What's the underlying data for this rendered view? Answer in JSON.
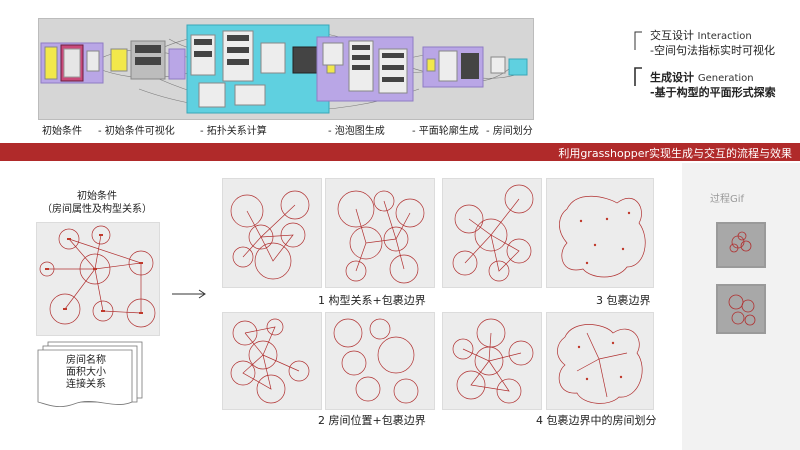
{
  "header": {
    "stages": [
      "初始条件",
      "- 初始条件可视化",
      "- 拓扑关系计算",
      "- 泡泡图生成",
      "- 平面轮廓生成",
      "- 房间划分"
    ],
    "interaction": {
      "title_cn": "交互设计",
      "title_en": "Interaction",
      "subtitle": "-空间句法指标实时可视化"
    },
    "generation": {
      "title_cn": "生成设计",
      "title_en": "Generation",
      "subtitle": "-基于构型的平面形式探索"
    }
  },
  "banner": {
    "text": "利用grasshopper实现生成与交互的流程与效果"
  },
  "initial": {
    "title_line1": "初始条件",
    "title_line2": "（房间属性及构型关系）",
    "attributes": [
      "房间名称",
      "面积大小",
      "连接关系"
    ]
  },
  "captions": {
    "c1": "1 构型关系+包裹边界",
    "c2": "2 房间位置+包裹边界",
    "c3": "3 包裹边界",
    "c4": "4 包裹边界中的房间划分"
  },
  "gif": {
    "label": "过程Gif"
  },
  "colors": {
    "banner": "#b02a2a",
    "accent_red": "#c0392b",
    "panel_bg": "#ececec",
    "gh_purple": "#b9a6e6",
    "gh_cyan": "#5fd0e0"
  }
}
